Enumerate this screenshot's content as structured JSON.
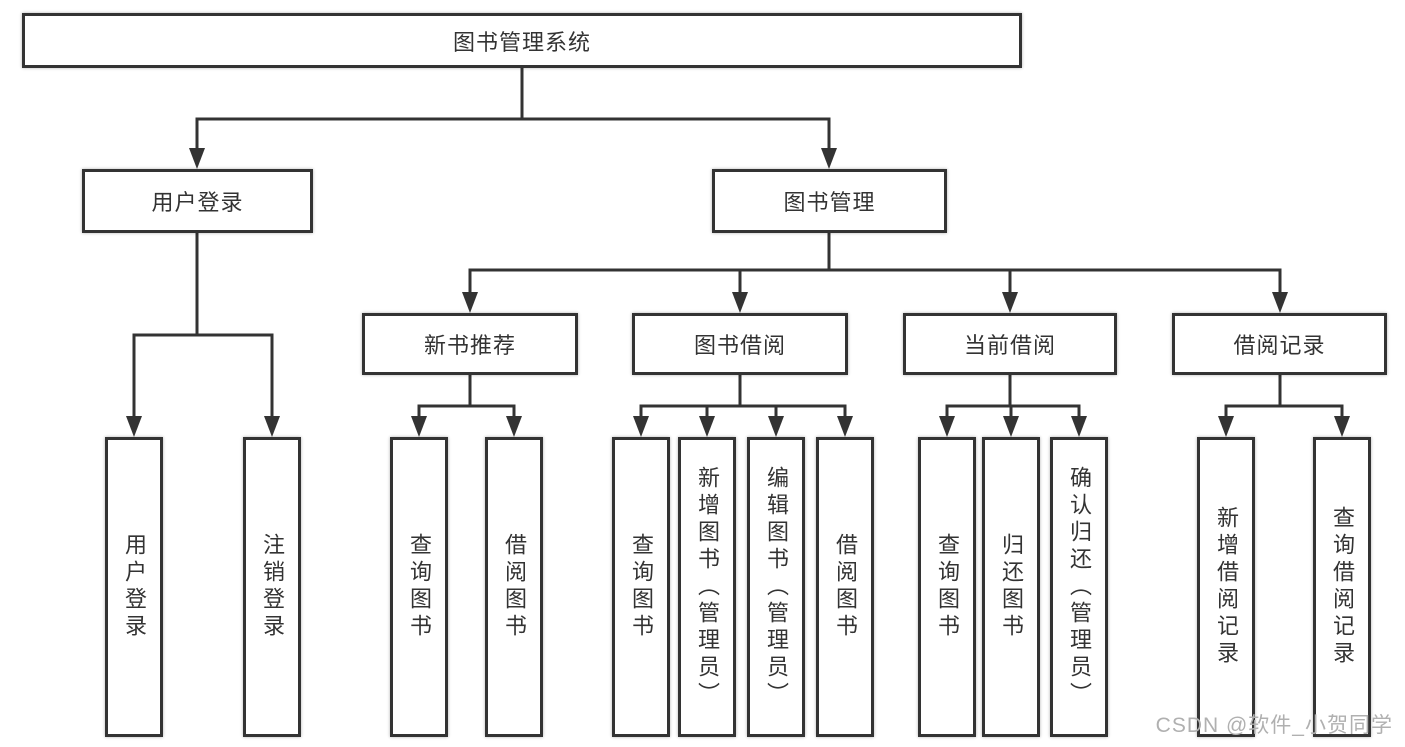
{
  "diagram": {
    "nodes": {
      "root": "图书管理系统",
      "user_login": "用户登录",
      "book_management": "图书管理",
      "new_book_recommend": "新书推荐",
      "book_borrowing": "图书借阅",
      "current_borrowing": "当前借阅",
      "borrowing_records": "借阅记录",
      "leaf_user_login": "用户登录",
      "leaf_logout": "注销登录",
      "nb_query_books": "查询图书",
      "nb_borrow_books": "借阅图书",
      "bb_query_books": "查询图书",
      "bb_add_books": "新增图书（管理员）",
      "bb_edit_books": "编辑图书（管理员）",
      "bb_borrow_books": "借阅图书",
      "cb_query_books": "查询图书",
      "cb_return_books": "归还图书",
      "cb_confirm_return": "确认归还（管理员）",
      "br_add_record": "新增借阅记录",
      "br_query_record": "查询借阅记录"
    },
    "hierarchy": {
      "图书管理系统": {
        "用户登录": [
          "用户登录",
          "注销登录"
        ],
        "图书管理": {
          "新书推荐": [
            "查询图书",
            "借阅图书"
          ],
          "图书借阅": [
            "查询图书",
            "新增图书（管理员）",
            "编辑图书（管理员）",
            "借阅图书"
          ],
          "当前借阅": [
            "查询图书",
            "归还图书",
            "确认归还（管理员）"
          ],
          "借阅记录": [
            "新增借阅记录",
            "查询借阅记录"
          ]
        }
      }
    }
  },
  "colors": {
    "line": "#333333",
    "box_border": "#333333",
    "box_fill": "#ffffff",
    "background": "#ffffff",
    "watermark": "#b0b0b0"
  },
  "watermark": "CSDN @软件_小贺同学"
}
